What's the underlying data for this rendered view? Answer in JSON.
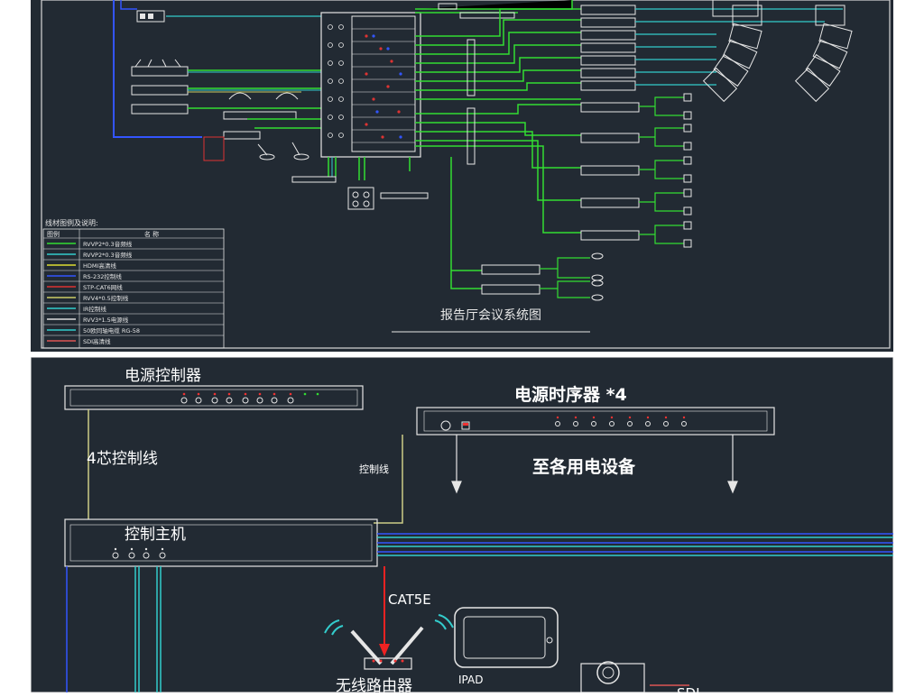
{
  "top_diagram": {
    "title": "报告厅会议系统图",
    "legend": {
      "heading": "线材图例及说明:",
      "col_symbol": "图例",
      "col_name": "名    称",
      "rows": [
        {
          "name": "RVVP2*0.3音频线",
          "color": "#33dd33"
        },
        {
          "name": "RVVP2*0.3音频线",
          "color": "#33cccc"
        },
        {
          "name": "HDMI高清线",
          "color": "#dddd33"
        },
        {
          "name": "RS-232控制线",
          "color": "#3355ff"
        },
        {
          "name": "STP-CAT6网线",
          "color": "#dd3333"
        },
        {
          "name": "RVV4*0.5控制线",
          "color": "#cccc66"
        },
        {
          "name": "IR控制线",
          "color": "#33cccc"
        },
        {
          "name": "RVV3*1.5电源线",
          "color": "#dddddd"
        },
        {
          "name": "50欧同轴电缆 RG-58",
          "color": "#33cccc"
        },
        {
          "name": "SDI高清线",
          "color": "#dd5555"
        }
      ]
    }
  },
  "bottom_diagram": {
    "power_controller": "电源控制器",
    "sequencer": "电源时序器 *4",
    "to_equipment": "至各用电设备",
    "four_core": "4芯控制线",
    "control_line": "控制线",
    "control_host": "控制主机",
    "cat5e": "CAT5E",
    "router": "无线路由器",
    "ipad": "IPAD",
    "sdi": "SDI"
  },
  "colors": {
    "background": "#222a33",
    "outline": "#e6e6e6",
    "green": "#33dd33",
    "cyan": "#33cccc",
    "blue": "#3355ff",
    "red": "#ee2222",
    "khaki": "#cccc88"
  }
}
